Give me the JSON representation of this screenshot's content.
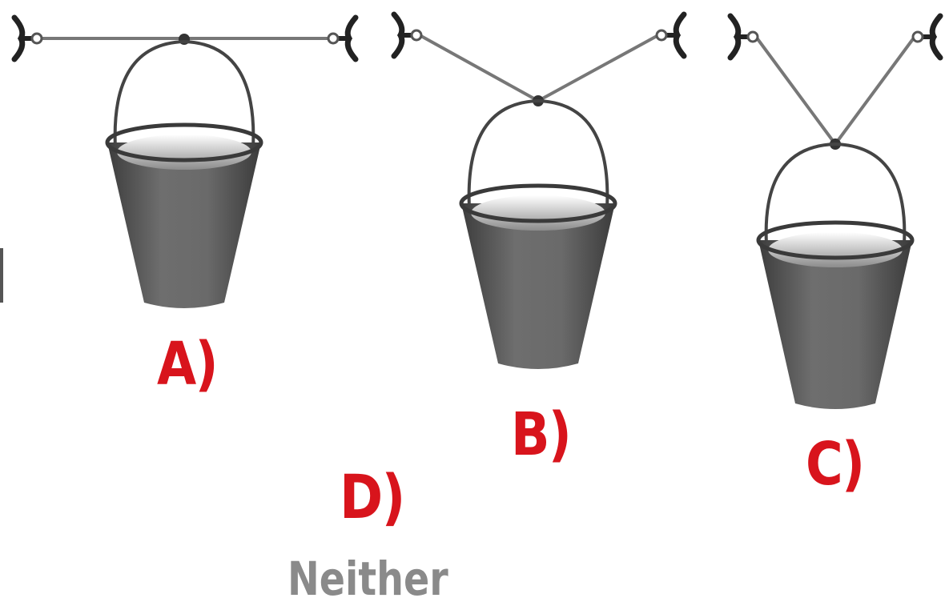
{
  "options": {
    "a": "A)",
    "b": "B)",
    "c": "C)",
    "d": "D)",
    "d_text": "Neither"
  },
  "colors": {
    "label": "#d8141c",
    "neither": "#8a8a8a",
    "rope": "#6f6f6f",
    "bucket_body": "#5c5c5c",
    "bucket_rim": "#3a3a3a",
    "handle": "#3a3a3a",
    "anchor": "#222222"
  },
  "icons": {
    "anchor": "wall-anchor-icon",
    "bucket": "bucket-icon"
  }
}
